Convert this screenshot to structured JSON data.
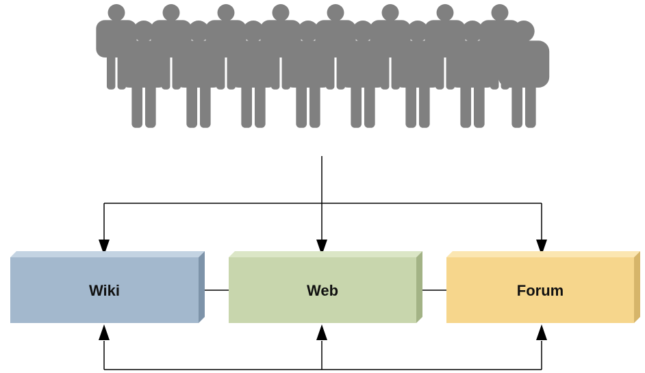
{
  "people": {
    "count_back": 8,
    "count_front": 8,
    "icon": "person-silhouette-icon",
    "color": "#808080"
  },
  "nodes": [
    {
      "id": "wiki",
      "label": "Wiki",
      "face": "#a3b8cd",
      "top": "#c3d3e2",
      "side": "#7d93a9"
    },
    {
      "id": "web",
      "label": "Web",
      "face": "#c8d6ad",
      "top": "#dbe6c6",
      "side": "#a3b386"
    },
    {
      "id": "forum",
      "label": "Forum",
      "face": "#f6d68c",
      "top": "#fbe6b1",
      "side": "#d6b56a"
    }
  ],
  "connector_color": "#000000"
}
